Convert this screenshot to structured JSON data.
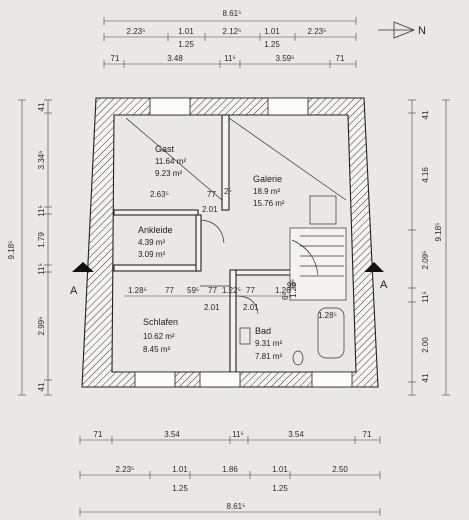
{
  "north_label": "N",
  "rooms": {
    "gast": {
      "name": "Gast",
      "area1": "11.64 m²",
      "area2": "9.23 m²"
    },
    "galerie": {
      "name": "Galerie",
      "area1": "18.9 m²",
      "area2": "15.76 m²"
    },
    "ankleide": {
      "name": "Ankleide",
      "area1": "4.39 m²",
      "area2": "3.09 m²"
    },
    "schlafen": {
      "name": "Schlafen",
      "area1": "10.62 m²",
      "area2": "8.45 m²"
    },
    "bad": {
      "name": "Bad",
      "area1": "9.31 m²",
      "area2": "7.81 m²"
    }
  },
  "section_marks": {
    "left": "A",
    "right": "A"
  },
  "top_dims": {
    "total": "8.61⁵",
    "row1": [
      "2.23⁵",
      "1.01",
      "2.12⁵",
      "1.01",
      "2.23⁵"
    ],
    "row1b": [
      "1.25",
      "1.25"
    ],
    "row2": [
      "71",
      "3.48",
      "11⁵",
      "3.59⁵",
      "71"
    ]
  },
  "bottom_dims": {
    "row1": [
      "71",
      "3.54",
      "11⁵",
      "3.54",
      "71"
    ],
    "row2": [
      "2.23⁵",
      "1.01",
      "1.86",
      "1.01",
      "2.50"
    ],
    "row2b": [
      "1.25",
      "1.25"
    ],
    "total": "8.61⁵"
  },
  "left_dims": {
    "total": "9.18⁵",
    "parts": [
      "41",
      "3.34⁵",
      "11⁵",
      "1.79",
      "11⁵",
      "2.99⁵",
      "41"
    ]
  },
  "right_dims": {
    "total": "9.18⁵",
    "parts": [
      "41",
      "4.16",
      "2.09⁵",
      "11⁵",
      "2.00",
      "41"
    ]
  },
  "interior_dims": [
    "2.63⁵",
    "77",
    "2⁵",
    "2.01",
    "1.28⁵",
    "77",
    "59⁵",
    "77",
    "1.22⁵",
    "77",
    "2.01",
    "2.01",
    "1.26",
    "1.28⁵",
    "1.28⁵",
    "6⁵",
    "99"
  ]
}
